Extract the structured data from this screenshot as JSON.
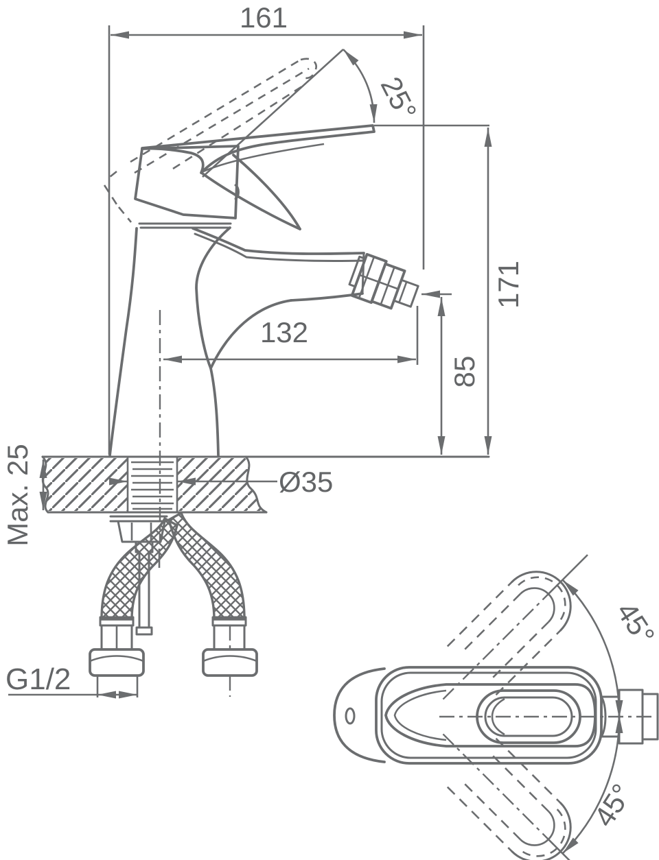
{
  "page": {
    "background_color": "#ffffff",
    "line_color": "#6b6d6f",
    "text_color": "#636567"
  },
  "drawing": {
    "type": "technical-dimensional-drawing",
    "subject": "single-lever bidet mixer faucet, side view with installation section and top view with handle swivel range",
    "dimensions": {
      "overall_width": "161",
      "handle_lift_angle": "25°",
      "overall_height": "171",
      "spout_reach": "132",
      "spout_outlet_height": "85",
      "mounting_hole_diameter": "Ø35",
      "max_deck_thickness": "Max. 25",
      "connection_thread": "G1/2",
      "handle_swivel_upper": "45°",
      "handle_swivel_lower": "45°"
    }
  }
}
